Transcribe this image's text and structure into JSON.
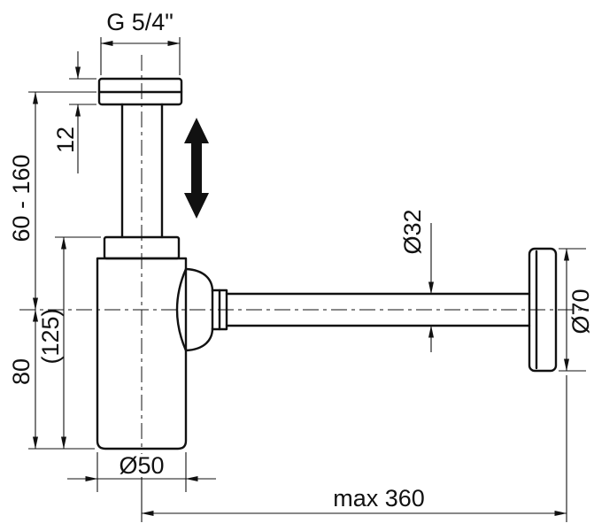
{
  "diagram": {
    "type": "technical-dimension-drawing",
    "subject": "bottle-trap-siphon",
    "labels": {
      "thread_size": "G 5/4\"",
      "inlet_nut_height": "12",
      "adjustable_height_range": "60 - 160",
      "body_reference_height": "(125)",
      "lower_height": "80",
      "body_diameter": "Ø50",
      "outlet_pipe_diameter": "Ø32",
      "wall_rosette_diameter": "Ø70",
      "max_horizontal_reach": "max 360"
    },
    "colors": {
      "line": "#111111",
      "background": "#ffffff"
    }
  }
}
